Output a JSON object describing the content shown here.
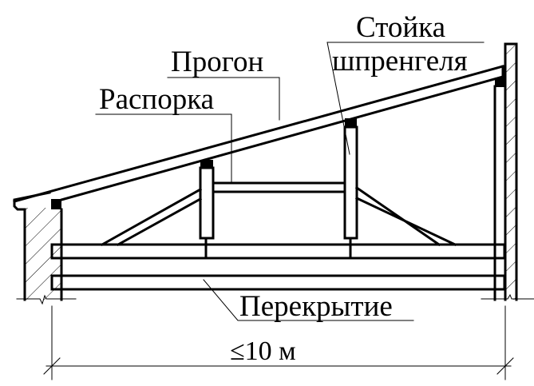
{
  "labels": {
    "post": "Стойка",
    "post_line2": "шпренгеля",
    "purlin": "Прогон",
    "strut": "Распорка",
    "floor": "Перекрытие",
    "span": "≤10 м"
  },
  "colors": {
    "line": "#000000",
    "background": "#ffffff"
  }
}
